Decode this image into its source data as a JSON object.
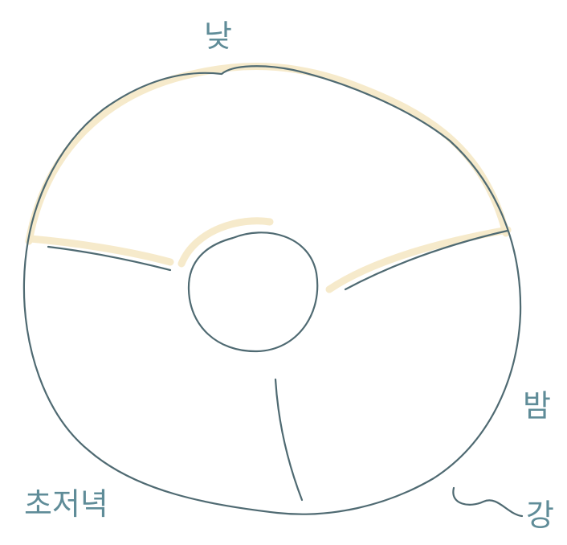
{
  "labels": {
    "top": "낮",
    "right": "밤",
    "bottom_left": "초저녁",
    "bottom_right": "강"
  },
  "colors": {
    "ink": "#4f6a72",
    "highlight": "#f6e9c8",
    "label": "#5f8c98"
  }
}
